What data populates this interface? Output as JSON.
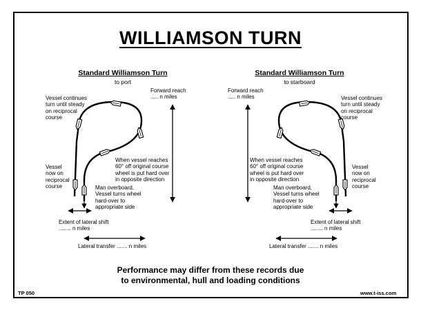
{
  "title": "WILLIAMSON TURN",
  "port": {
    "heading": "Standard Williamson Turn",
    "subheading": "to port",
    "forward_reach": "Forward reach\n..... n miles",
    "continues": "Vessel continues\nturn until steady\non reciprocal\ncourse",
    "reaches": "When vessel reaches\n60° off original course\nwheel is put hard over\nin opposite direction",
    "now_on": "Vessel\nnow on\nreciprocal\ncourse",
    "overboard": "Man overboard,\nVessel turns wheel\nhard-over to\nappropriate side",
    "lateral_shift": "Extent of lateral shift\n........ n miles",
    "lateral_transfer": "Lateral transfer ....... n miles"
  },
  "starboard": {
    "heading": "Standard Williamson Turn",
    "subheading": "to starboard",
    "forward_reach": "Forward reach\n..... n miles",
    "continues": "Vessel continues\nturn until steady\non reciprocal\ncourse",
    "reaches": "When vessel reaches\n60° off original course\nwheel is put hard over\nin opposite direction",
    "now_on": "Vessel\nnow on\nreciprocal\ncourse",
    "overboard": "Man overboard,\nVessel turns wheel\nhard-over to\nappropriate side",
    "lateral_shift": "Extent of lateral shift\n........ n miles",
    "lateral_transfer": "Lateral transfer ....... n miles"
  },
  "performance_note": "Performance may differ from these records due\nto environmental, hull and loading conditions",
  "code": "TP 050",
  "website": "www.t-iss.com"
}
